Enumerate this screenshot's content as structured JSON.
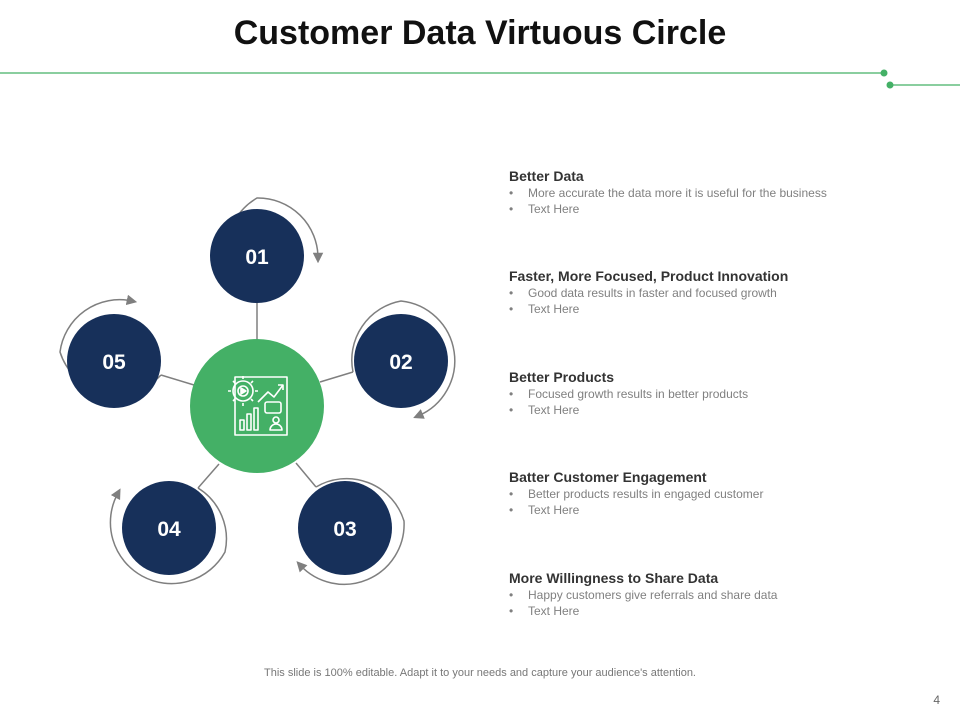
{
  "slide": {
    "title": "Customer Data Virtuous Circle",
    "footer": "This slide is 100% editable. Adapt it to your needs and capture your audience's attention.",
    "page_number": "4"
  },
  "colors": {
    "accent_green": "#44b066",
    "node_navy": "#17305a",
    "arc_gray": "#7f7f7f"
  },
  "diagram": {
    "center_icon": "analytics-gear-chart-icon",
    "nodes": [
      {
        "label": "01"
      },
      {
        "label": "02"
      },
      {
        "label": "03"
      },
      {
        "label": "04"
      },
      {
        "label": "05"
      }
    ]
  },
  "items": [
    {
      "title": "Better Data",
      "bullets": [
        "More accurate the data more it is useful for the business",
        "Text Here"
      ]
    },
    {
      "title": "Faster, More Focused, Product Innovation",
      "bullets": [
        "Good data results in faster and focused growth",
        "Text Here"
      ]
    },
    {
      "title": "Better Products",
      "bullets": [
        "Focused growth results in better products",
        "Text Here"
      ]
    },
    {
      "title": "Batter Customer Engagement",
      "bullets": [
        "Better products results in engaged customer",
        "Text Here"
      ]
    },
    {
      "title": "More Willingness to Share Data",
      "bullets": [
        "Happy customers give referrals and share data",
        "Text Here"
      ]
    }
  ]
}
